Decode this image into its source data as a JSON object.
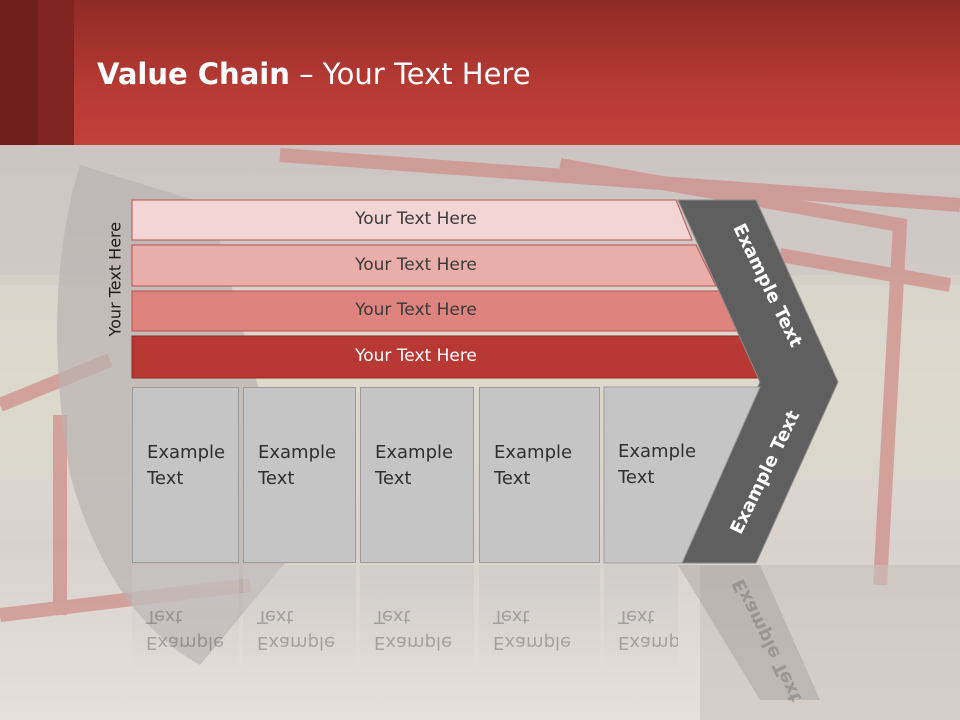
{
  "header": {
    "title_bold": "Value Chain",
    "title_rest": " – Your Text Here"
  },
  "side_label": "Your Text Here",
  "bars": [
    {
      "label": "Your Text Here",
      "color": "#f3d6d4"
    },
    {
      "label": "Your Text Here",
      "color": "#e9aeaa"
    },
    {
      "label": "Your Text Here",
      "color": "#de837d"
    },
    {
      "label": "Your Text Here",
      "color": "#b83833"
    }
  ],
  "boxes": [
    {
      "label": "Example\nText"
    },
    {
      "label": "Example\nText"
    },
    {
      "label": "Example\nText"
    },
    {
      "label": "Example\nText"
    },
    {
      "label": "Example\nText"
    }
  ],
  "chevron": {
    "upper_label": "Example Text",
    "lower_label": "Example Text",
    "color": "#5f5f5f"
  },
  "colors": {
    "header": "#b73a34",
    "box": "#c5c5c5"
  }
}
